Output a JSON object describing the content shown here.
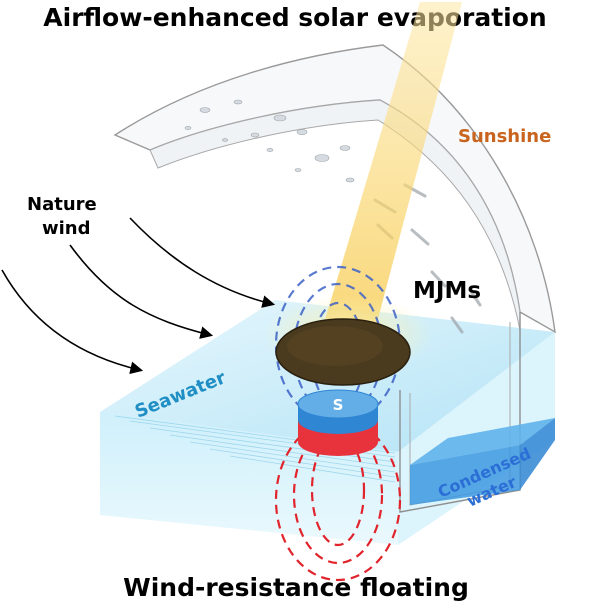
{
  "title_top": "Airflow-enhanced solar evaporation",
  "title_bottom": "Wind-resistance floating",
  "labels": {
    "sunshine": "Sunshine",
    "nature_wind_line1": "Nature",
    "nature_wind_line2": "wind",
    "mjms": "MJMs",
    "seawater": "Seawater",
    "condensed_line1": "Condensed",
    "condensed_line2": "water",
    "magnet_pole": "S"
  },
  "colors": {
    "sun_beam": "#f7c948",
    "sunshine_text": "#c8641e",
    "seawater_text": "#1f8ec4",
    "condensed_text": "#2b6fd6",
    "water": "#bfe9f8",
    "absorber": "#4a3a1e",
    "magnet_top": "#2f86d3",
    "magnet_bottom": "#e8323c",
    "field_blue": "#3e63c8",
    "field_red": "#e1232c"
  }
}
